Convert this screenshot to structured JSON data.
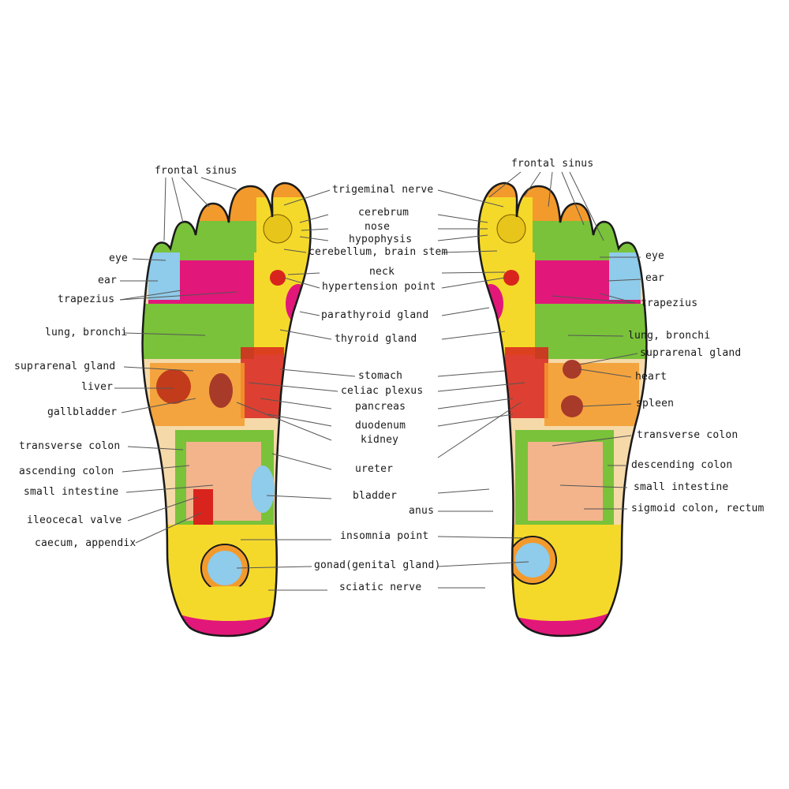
{
  "title": "",
  "left_foot_labels": {
    "frontal_sinus": "frontal sinus",
    "eye": "eye",
    "ear": "ear",
    "trapezius": "trapezius",
    "lung_bronchi": "lung, bronchi",
    "suprarenal_gland": "suprarenal gland",
    "liver": "liver",
    "gallbladder": "gallbladder",
    "transverse_colon": "transverse colon",
    "ascending_colon": "ascending colon",
    "small_intestine": "small intestine",
    "ileocecal_valve": "ileocecal valve",
    "caecum_appendix": "caecum, appendix"
  },
  "center_labels": {
    "trigeminal_nerve": "trigeminal nerve",
    "cerebrum": "cerebrum",
    "nose": "nose",
    "hypophysis": "hypophysis",
    "cerebellum_brain_stem": "cerebellum, brain stem",
    "neck": "neck",
    "hypertension_point": "hypertension point",
    "parathyroid_gland": "parathyroid gland",
    "thyroid_gland": "thyroid gland",
    "stomach": "stomach",
    "celiac_plexus": "celiac plexus",
    "pancreas": "pancreas",
    "duodenum": "duodenum",
    "kidney": "kidney",
    "ureter": "ureter",
    "bladder": "bladder",
    "anus": "anus",
    "insomnia_point": "insomnia point",
    "gonad": "gonad(genital gland)",
    "sciatic_nerve": "sciatic nerve"
  },
  "right_foot_labels": {
    "frontal_sinus": "frontal sinus",
    "eye": "eye",
    "ear": "ear",
    "trapezius": "trapezius",
    "lung_bronchi": "lung, bronchi",
    "suprarenal_gland": "suprarenal gland",
    "heart": "heart",
    "spleen": "spleen",
    "transverse_colon": "transverse colon",
    "descending_colon": "descending colon",
    "small_intestine": "small intestine",
    "sigmoid_colon_rectum": "sigmoid colon, rectum"
  },
  "colors": {
    "skin": "#f6d9a8",
    "yellow": "#f5d92a",
    "green": "#79c23a",
    "magenta": "#e2177a",
    "red": "#d8241d",
    "orange": "#f39a2c",
    "light_blue": "#8fcbea",
    "pink": "#f1a7c0",
    "outline": "#1a1a1a"
  }
}
